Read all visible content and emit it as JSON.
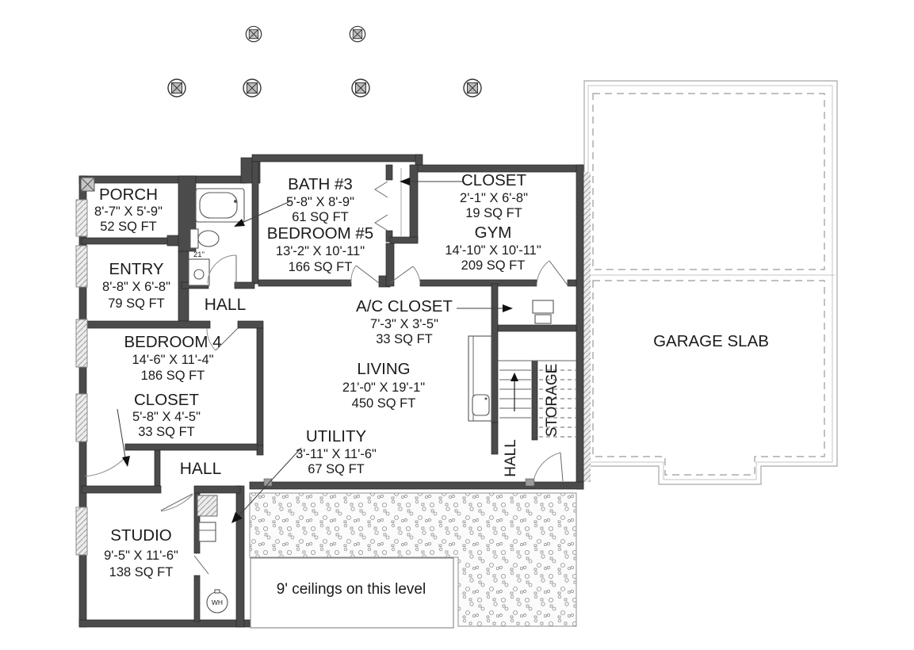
{
  "rooms": {
    "porch": {
      "name": "PORCH",
      "dims": "8'-7\" X 5'-9\"",
      "area": "52 SQ FT"
    },
    "entry": {
      "name": "ENTRY",
      "dims": "8'-8\" X 6'-8\"",
      "area": "79 SQ FT"
    },
    "bath3": {
      "name": "BATH #3",
      "dims": "5'-8\" X 8'-9\"",
      "area": "61 SQ FT"
    },
    "bedroom5": {
      "name": "BEDROOM #5",
      "dims": "13'-2\" X 10'-11\"",
      "area": "166 SQ FT"
    },
    "closet_gym": {
      "name": "CLOSET",
      "dims": "2'-1\" X 6'-8\"",
      "area": "19 SQ FT"
    },
    "gym": {
      "name": "GYM",
      "dims": "14'-10\" X 10'-11\"",
      "area": "209 SQ FT"
    },
    "ac_closet": {
      "name": "A/C CLOSET",
      "dims": "7'-3\" X 3'-5\"",
      "area": "33 SQ FT"
    },
    "bedroom4": {
      "name": "BEDROOM 4",
      "dims": "14'-6\" X 11'-4\"",
      "area": "186 SQ FT"
    },
    "living": {
      "name": "LIVING",
      "dims": "21'-0\" X 19'-1\"",
      "area": "450 SQ FT"
    },
    "closet_bed4": {
      "name": "CLOSET",
      "dims": "5'-8\" X 4'-5\"",
      "area": "33 SQ FT"
    },
    "utility": {
      "name": "UTILITY",
      "dims": "3'-11\" X 11'-6\"",
      "area": "67 SQ FT"
    },
    "studio": {
      "name": "STUDIO",
      "dims": "9'-5\" X 11'-6\"",
      "area": "138 SQ FT"
    }
  },
  "labels": {
    "hall_upper": "HALL",
    "hall_lower": "HALL",
    "hall_stair": "HALL",
    "storage": "STORAGE",
    "garage": "GARAGE SLAB",
    "ceiling_note": "9' ceilings on this level",
    "vanity_width": "21\"",
    "water_heater": "WH"
  },
  "colors": {
    "wall": "#4b4b4b",
    "line": "#555555",
    "garage_outline": "#a8a8a8",
    "text": "#1b1b1b",
    "background": "#ffffff"
  }
}
